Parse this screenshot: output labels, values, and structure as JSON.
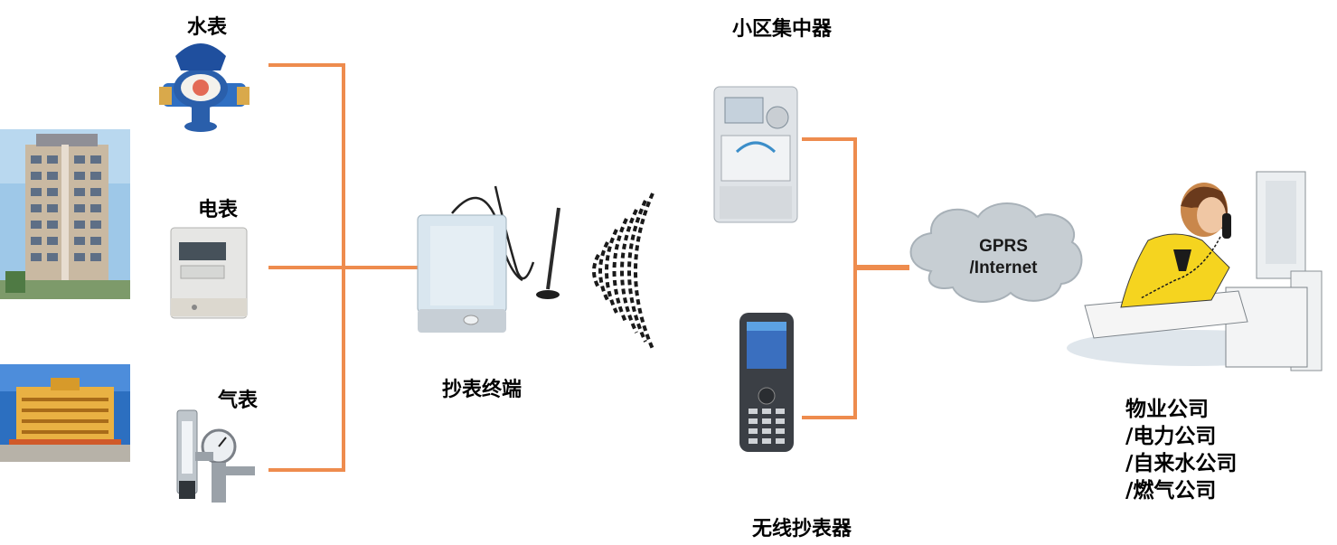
{
  "meters": {
    "water": "水表",
    "electric": "电表",
    "gas": "气表"
  },
  "terminal": {
    "label": "抄表终端"
  },
  "concentrator": {
    "label": "小区集中器"
  },
  "handheld": {
    "label": "无线抄表器"
  },
  "network": {
    "line1": "GPRS",
    "line2": "/Internet"
  },
  "company": {
    "line1": "物业公司",
    "line2": "/电力公司",
    "line3": "/自来水公司",
    "line4": "/燃气公司"
  },
  "colors": {
    "connector": "#ee8c4e",
    "cloud": "#c7ced3"
  }
}
